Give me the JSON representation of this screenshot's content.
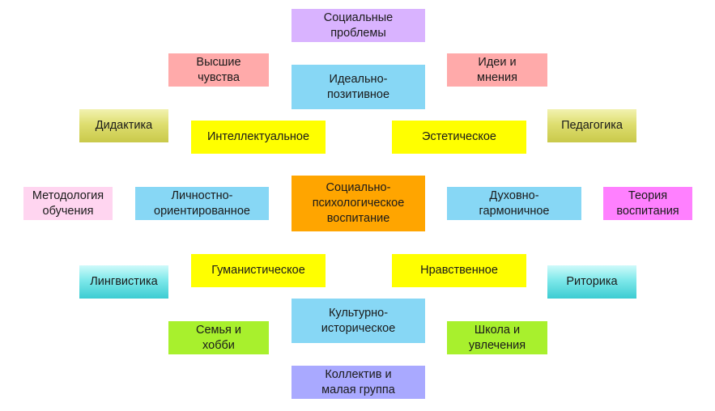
{
  "nodes": {
    "center": {
      "label": "Социально-\nпсихологическое\nвоспитание",
      "color": "#ffa500"
    },
    "ideal": {
      "label": "Идеально-\nпозитивное",
      "color": "#87d7f5"
    },
    "cultural": {
      "label": "Культурно-\nисторическое",
      "color": "#87d7f5"
    },
    "personal": {
      "label": "Личностно-\nориентированное",
      "color": "#87d7f5"
    },
    "spiritual": {
      "label": "Духовно-\nгармоничное",
      "color": "#87d7f5"
    },
    "intellectual": {
      "label": "Интеллектуальное",
      "color": "#ffff00"
    },
    "aesthetic": {
      "label": "Эстетическое",
      "color": "#ffff00"
    },
    "humanistic": {
      "label": "Гуманистическое",
      "color": "#ffff00"
    },
    "moral": {
      "label": "Нравственное",
      "color": "#ffff00"
    },
    "social_problems": {
      "label": "Социальные\nпроблемы",
      "color": "#d9b3ff"
    },
    "collective": {
      "label": "Коллектив и\nмалая группа",
      "color": "#a9a9ff"
    },
    "higher_feelings": {
      "label": "Высшие\nчувства",
      "color": "#ffaaaa"
    },
    "ideas": {
      "label": "Идеи и\nмнения",
      "color": "#ffaaaa"
    },
    "family": {
      "label": "Семья и\nхобби",
      "color": "#a8f02d"
    },
    "school": {
      "label": "Школа и\nувлечения",
      "color": "#a8f02d"
    },
    "didactics": {
      "label": "Дидактика",
      "color": "olive"
    },
    "pedagogy": {
      "label": "Педагогика",
      "color": "olive"
    },
    "linguistics": {
      "label": "Лингвистика",
      "color": "teal"
    },
    "rhetoric": {
      "label": "Риторика",
      "color": "teal"
    },
    "methodology": {
      "label": "Методология\nобучения",
      "color": "#ffd5f0"
    },
    "theory": {
      "label": "Теория\nвоспитания",
      "color": "#ff80ff"
    }
  }
}
